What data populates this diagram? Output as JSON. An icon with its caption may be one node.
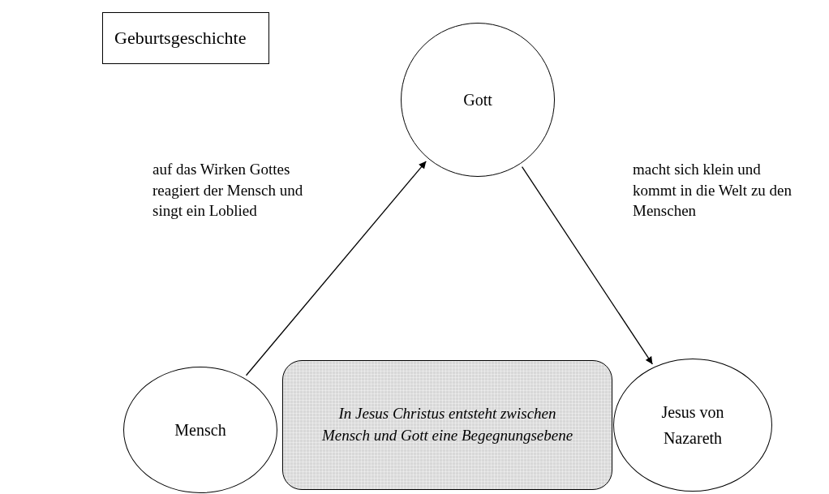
{
  "diagram": {
    "nodes": [
      {
        "text": [
          "Geburtsgeschichte"
        ]
      },
      {
        "text": [
          "Gott"
        ]
      },
      {
        "text": [
          "Mensch"
        ]
      },
      {
        "text": [
          "Jesus von Nazareth"
        ]
      },
      {
        "text": [
          "In Jesus Christus entsteht zwischen Mensch und Gott eine Begegnungsebene"
        ]
      }
    ],
    "edges": [
      {
        "from": 2,
        "to": 1,
        "arrow": "to",
        "label": "auf das Wirken Gottes reagiert der Mensch und singt ein Loblied"
      },
      {
        "from": 1,
        "to": 3,
        "arrow": "to",
        "label": "macht sich klein und kommt in die Welt zu den Menschen"
      }
    ]
  }
}
